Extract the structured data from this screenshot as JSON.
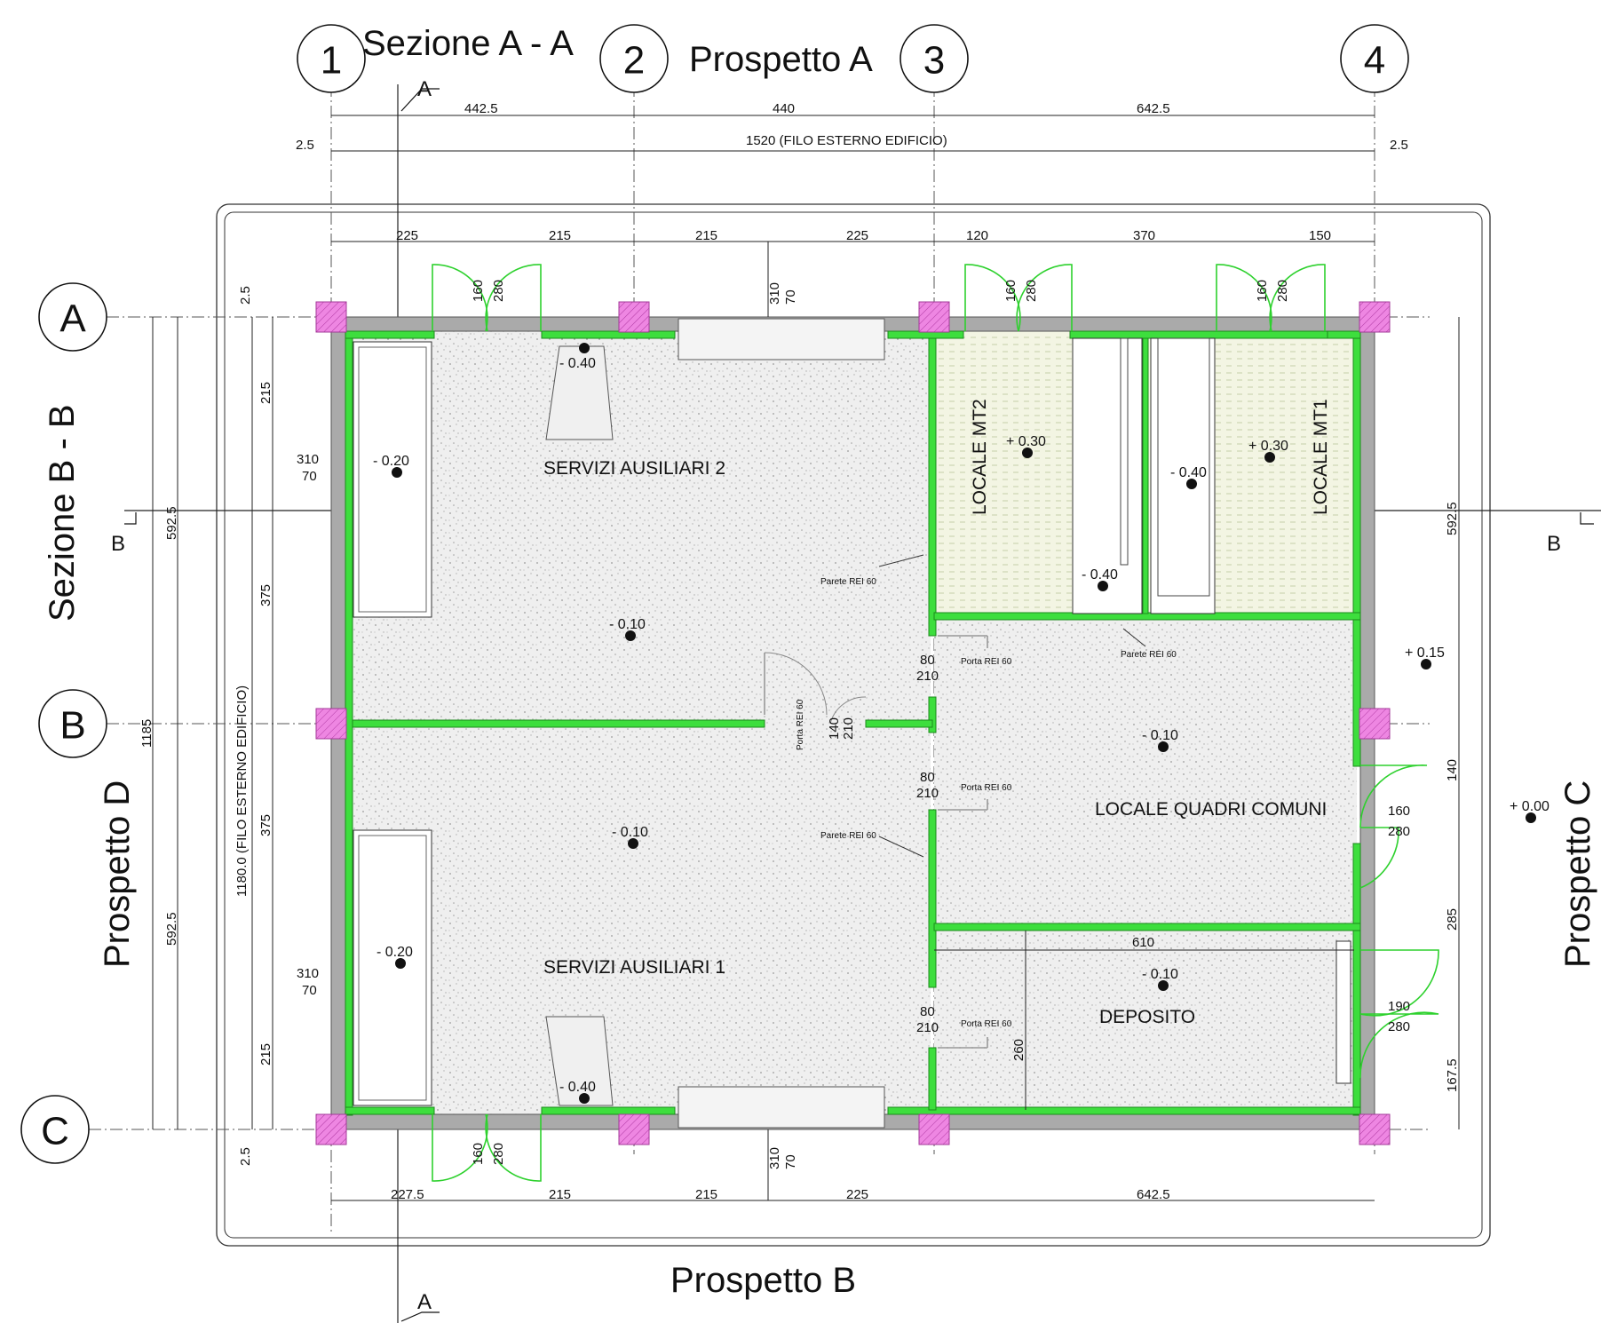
{
  "titles": {
    "sezione_aa": "Sezione A - A",
    "prospetto_a": "Prospetto A",
    "prospetto_b": "Prospetto B",
    "prospetto_c": "Prospetto C",
    "prospetto_d": "Prospetto D",
    "sezione_bb": "Sezione B - B"
  },
  "grid": {
    "cols": [
      "1",
      "2",
      "3",
      "4"
    ],
    "rows": [
      "A",
      "B",
      "C"
    ]
  },
  "section_marks": {
    "a": "A",
    "b": "B"
  },
  "dims_top": {
    "d1": "442.5",
    "d2": "440",
    "d3": "642.5",
    "overall": "1520 (FILO ESTERNO EDIFICIO)",
    "edge_left": "2.5",
    "edge_right": "2.5",
    "w1": "225",
    "w2": "215",
    "w3": "215",
    "w4": "225",
    "w5": "120",
    "w6": "370",
    "w7": "150"
  },
  "dims_bottom": {
    "b1": "227.5",
    "b2": "215",
    "b3": "215",
    "b4": "225",
    "b5": "642.5"
  },
  "dims_left": {
    "overall": "1180.0 (FILO ESTERNO EDIFICIO)",
    "total": "1185",
    "half_top": "592.5",
    "half_bot": "592.5",
    "s1": "215",
    "s2": "375",
    "s3": "375",
    "s4": "215",
    "e_top": "2.5",
    "e_bot": "2.5"
  },
  "dims_right": {
    "half": "592.5",
    "r1": "140",
    "r2": "285",
    "r3": "167.5"
  },
  "openings": {
    "door_h": "160",
    "door_w": "280",
    "win_top": "310",
    "win_bot": "70",
    "int_top": "80",
    "int_bot": "210",
    "porta_140": "140",
    "porta_210": "210",
    "right_door1_top": "160",
    "right_door1_bot": "280",
    "right_door2_top": "190",
    "right_door2_bot": "280",
    "dep_w": "610",
    "dep_h": "260"
  },
  "rooms": {
    "serv2": "SERVIZI AUSILIARI 2",
    "serv1": "SERVIZI AUSILIARI 1",
    "mt2": "LOCALE MT2",
    "mt1": "LOCALE MT1",
    "quadri": "LOCALE QUADRI COMUNI",
    "deposito": "DEPOSITO"
  },
  "levels": {
    "m040": "- 0.40",
    "m020": "- 0.20",
    "m010": "- 0.10",
    "p030": "+ 0.30",
    "p015": "+ 0.15",
    "p000": "+ 0.00"
  },
  "notes": {
    "parete": "Parete REI 60",
    "porta": "Porta REI 60"
  }
}
